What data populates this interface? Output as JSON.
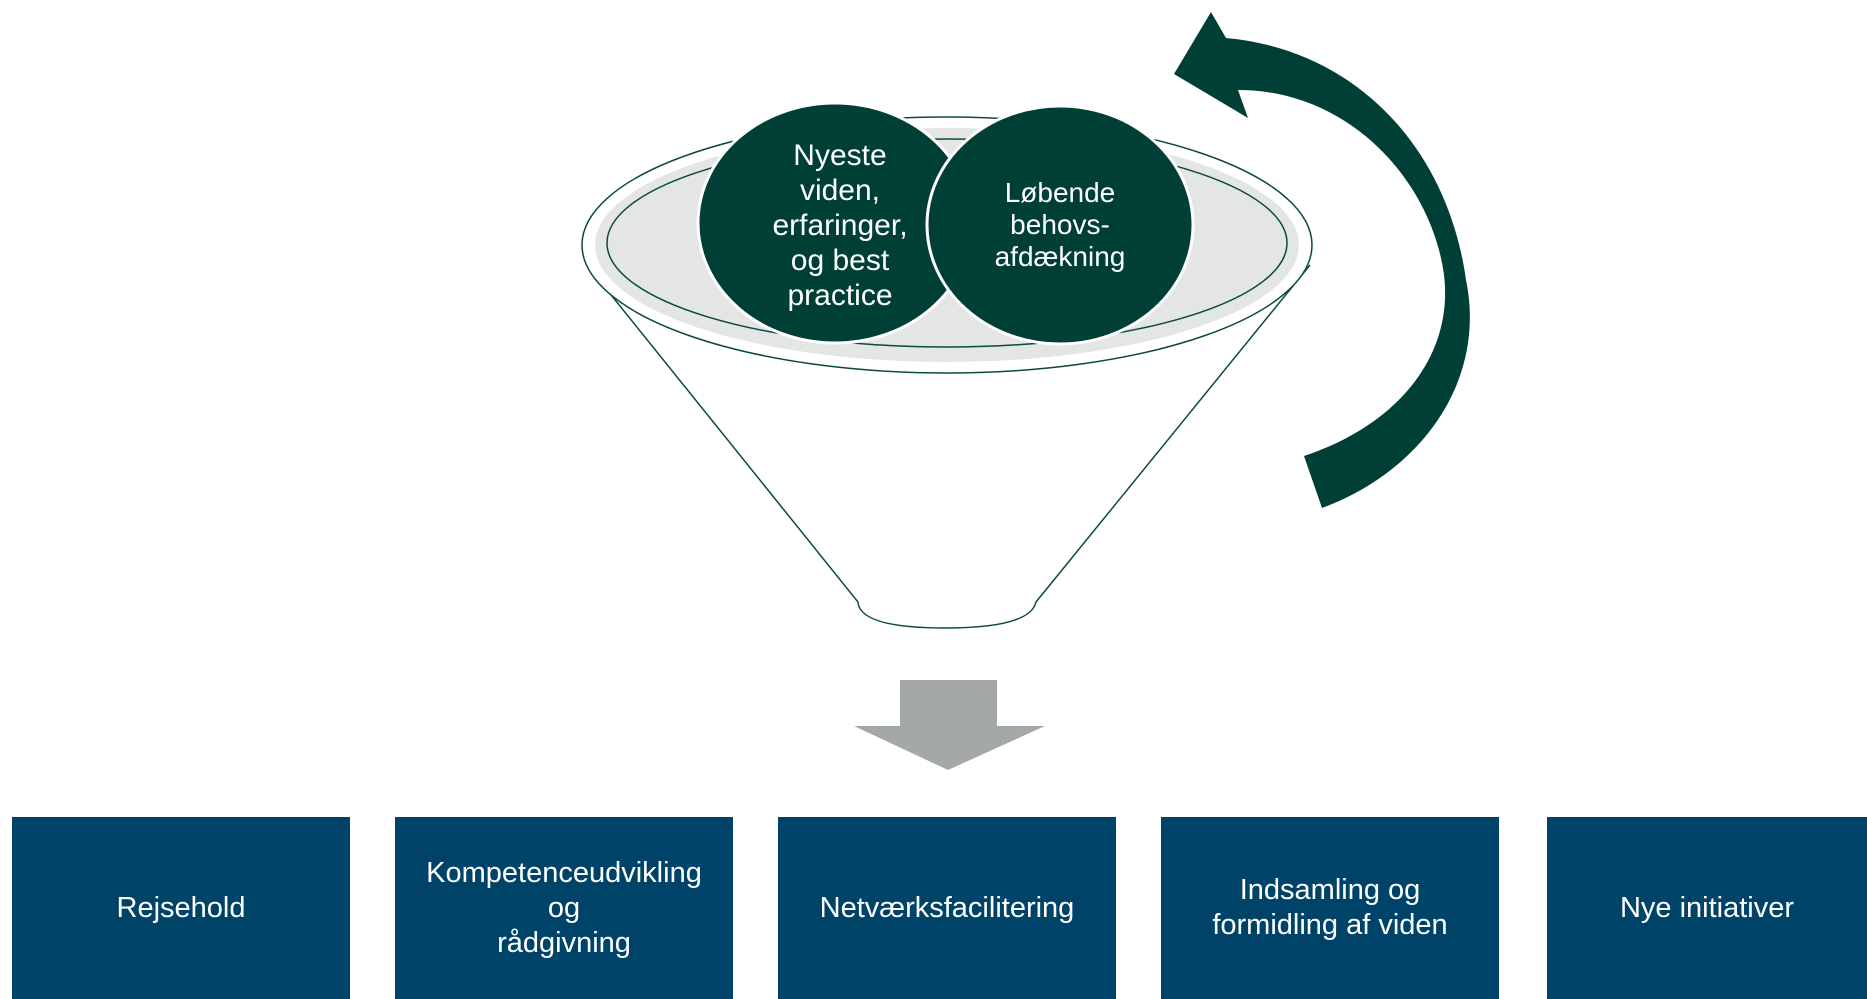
{
  "colors": {
    "dark_green": "#003f35",
    "box_blue": "#004368",
    "funnel_line": "#0b4a3d",
    "funnel_rim_fill": "#e4e6e5",
    "down_arrow": "#a4a8a7"
  },
  "funnel": {
    "circles": [
      {
        "label": "Nyeste\nviden,\nerfaringer,\nog best\npractice"
      },
      {
        "label": "Løbende\nbehovs-\nafdækning"
      }
    ]
  },
  "boxes": [
    {
      "label": "Rejsehold"
    },
    {
      "label": "Kompetenceudvikling\nog\nrådgivning"
    },
    {
      "label": "Netværksfacilitering"
    },
    {
      "label": "Indsamling og\nformidling af viden"
    },
    {
      "label": "Nye initiativer"
    }
  ]
}
